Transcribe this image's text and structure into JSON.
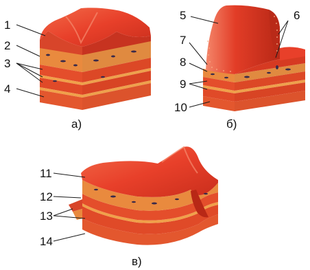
{
  "figure": {
    "panels": [
      {
        "id": "a",
        "caption": "а)",
        "labels": [
          "1",
          "2",
          "3",
          "4"
        ]
      },
      {
        "id": "b",
        "caption": "б)",
        "labels": [
          "5",
          "6",
          "7",
          "8",
          "9",
          "10"
        ]
      },
      {
        "id": "v",
        "caption": "в)",
        "labels": [
          "11",
          "12",
          "13",
          "14"
        ]
      }
    ]
  },
  "colors": {
    "epithelium_top": "#e8402a",
    "epithelium_side": "#d83a22",
    "mucosa_layer": "#e98a3e",
    "muscle_layer": "#e6552c",
    "serosa_layer": "#f0a04a",
    "nucleus": "#3a2a4a",
    "leader_line": "#1a1a1a"
  }
}
